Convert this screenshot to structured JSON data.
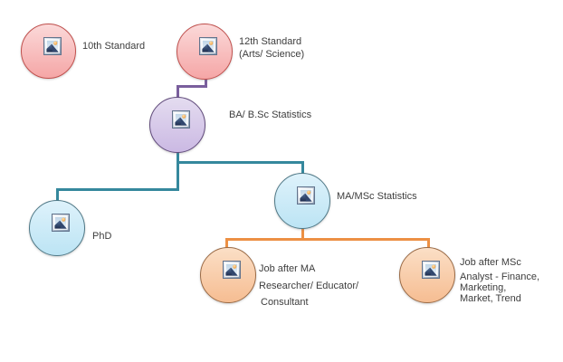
{
  "canvas": {
    "background": "#ffffff"
  },
  "nodes": [
    {
      "id": "10th-standard",
      "theme": "pink",
      "lines": [
        "10th Standard"
      ]
    },
    {
      "id": "12th-standard",
      "theme": "pink",
      "lines": [
        "12th Standard",
        "(Arts/ Science)"
      ]
    },
    {
      "id": "ba-bsc-statistics",
      "theme": "purple",
      "lines": [
        "BA/ B.Sc Statistics"
      ]
    },
    {
      "id": "phd",
      "theme": "blue",
      "lines": [
        "PhD"
      ]
    },
    {
      "id": "ma-msc-statistics",
      "theme": "blue",
      "lines": [
        "MA/MSc Statistics"
      ]
    },
    {
      "id": "job-after-ma",
      "theme": "orange",
      "lines": [
        "Job after MA",
        "Researcher/ Educator/",
        "Consultant"
      ]
    },
    {
      "id": "job-after-msc",
      "theme": "orange",
      "lines": [
        "Job after MSc",
        "Analyst - Finance,",
        "Marketing,",
        "Market, Trend"
      ]
    }
  ],
  "edges": [
    {
      "from": "12th Standard (Arts/ Science)",
      "to": "BA/ B.Sc Statistics",
      "color_name": "purple"
    },
    {
      "from": "BA/ B.Sc Statistics",
      "to": "PhD",
      "color_name": "teal"
    },
    {
      "from": "BA/ B.Sc Statistics",
      "to": "MA/MSc Statistics",
      "color_name": "teal"
    },
    {
      "from": "MA/MSc Statistics",
      "to": "Job after MA",
      "color_name": "orange"
    },
    {
      "from": "MA/MSc Statistics",
      "to": "Job after MSc",
      "color_name": "orange"
    }
  ],
  "themes": {
    "pink": {
      "fill_top": "#fbd9d9",
      "fill_bottom": "#f5a6a6",
      "border": "#c0504d"
    },
    "purple": {
      "fill_top": "#e4dcf0",
      "fill_bottom": "#cbb9e3",
      "border": "#604a7b"
    },
    "blue": {
      "fill_top": "#def2fb",
      "fill_bottom": "#bce4f4",
      "border": "#4f7886"
    },
    "orange": {
      "fill_top": "#fbdfc6",
      "fill_bottom": "#f6bd92",
      "border": "#9a6a45"
    }
  },
  "connector_colors": {
    "purple": "#7a5f9d",
    "teal": "#35889d",
    "orange": "#ed9044"
  },
  "icon": {
    "name": "picture-placeholder-icon"
  },
  "text_color": "#3d3d3d"
}
